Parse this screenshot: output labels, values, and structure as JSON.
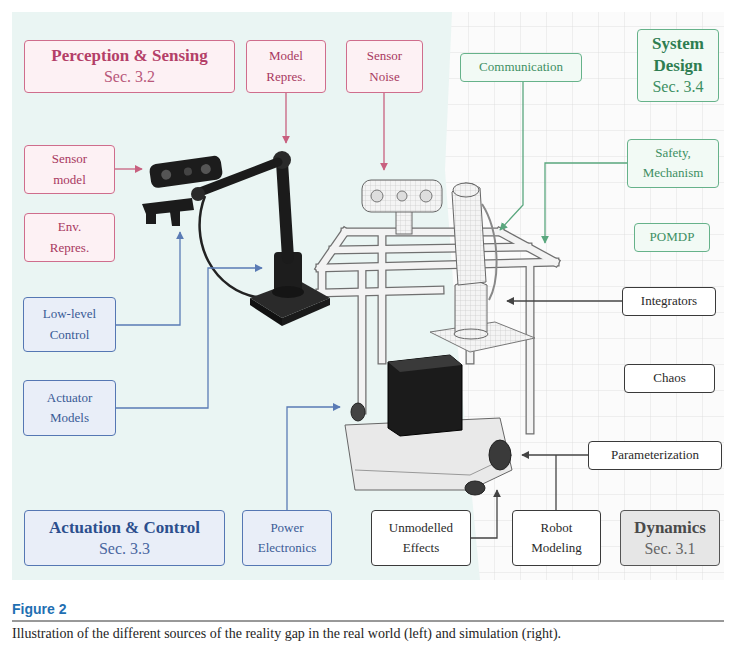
{
  "diagram": {
    "title": "Figure 2",
    "caption": "Illustration of the different sources of the reality gap in the real world (left) and simulation (right).",
    "nodes": [
      {
        "text": [
          "Perception & Sensing",
          "Sec. 3.2"
        ]
      },
      {
        "text": [
          "Model Repres."
        ]
      },
      {
        "text": [
          "Sensor Noise"
        ]
      },
      {
        "text": [
          "Communication"
        ]
      },
      {
        "text": [
          "System Design",
          "Sec. 3.4"
        ]
      },
      {
        "text": [
          "Sensor model"
        ]
      },
      {
        "text": [
          "Safety, Mechanism"
        ]
      },
      {
        "text": [
          "Env. Repres."
        ]
      },
      {
        "text": [
          "POMDP"
        ]
      },
      {
        "text": [
          "Low-level Control"
        ]
      },
      {
        "text": [
          "Integrators"
        ]
      },
      {
        "text": [
          "Chaos"
        ]
      },
      {
        "text": [
          "Actuator Models"
        ]
      },
      {
        "text": [
          "Parameterization"
        ]
      },
      {
        "text": [
          "Actuation & Control",
          "Sec. 3.3"
        ]
      },
      {
        "text": [
          "Power Electronics"
        ]
      },
      {
        "text": [
          "Unmodelled Effects"
        ]
      },
      {
        "text": [
          "Robot Modeling"
        ]
      },
      {
        "text": [
          "Dynamics",
          "Sec. 3.1"
        ]
      }
    ]
  }
}
